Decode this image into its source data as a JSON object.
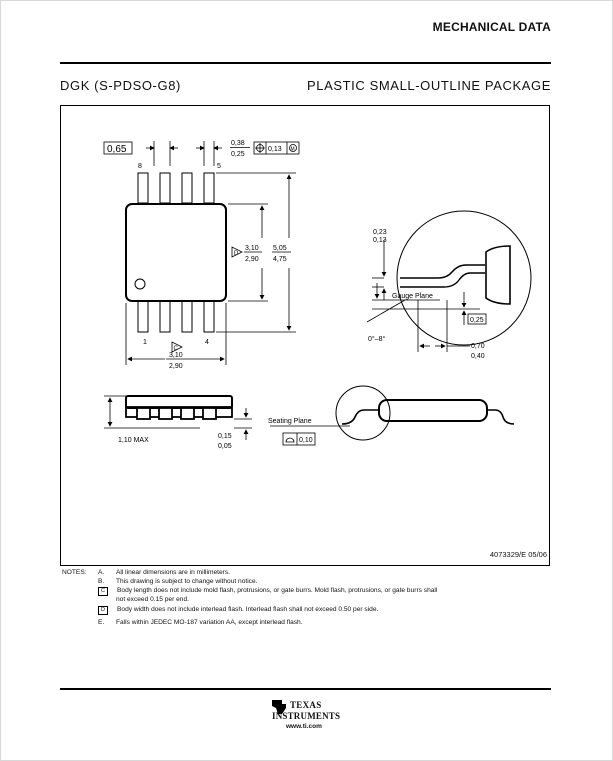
{
  "header": {
    "section_title": "MECHANICAL DATA",
    "package_code": "DGK (S-PDSO-G8)",
    "package_name": "PLASTIC SMALL-OUTLINE PACKAGE"
  },
  "drawing": {
    "top_view": {
      "pitch": "0,65",
      "pin_width_max": "0,38",
      "pin_width_min": "0,25",
      "position_tolerance": "0,13",
      "pin_label_8": "8",
      "pin_label_5": "5",
      "pin_label_1": "1",
      "pin_label_4": "4",
      "body_width_max": "3,10",
      "body_width_min": "2,90",
      "overall_width_max": "5,05",
      "overall_width_min": "4,75",
      "body_length_max": "3,10",
      "body_length_min": "2,90",
      "note_d": "D",
      "note_c": "C",
      "mmc_symbol": "M"
    },
    "detail_view": {
      "lead_thickness_max": "0,23",
      "lead_thickness_min": "0,13",
      "gauge_plane_label": "Gauge Plane",
      "gauge_value": "0,25",
      "angle_range": "0°–8°",
      "foot_length_max": "0,70",
      "foot_length_min": "0,40"
    },
    "side_view": {
      "max_height": "1,10 MAX",
      "standoff_max": "0,15",
      "standoff_min": "0,05",
      "seating_plane_label": "Seating Plane",
      "coplanarity": "0,10"
    },
    "drawing_number": "4073329/E 05/06"
  },
  "notes": {
    "title": "NOTES:",
    "items": [
      {
        "letter": "A.",
        "text": "All linear dimensions are in millimeters."
      },
      {
        "letter": "B.",
        "text": "This drawing is subject to change without notice."
      },
      {
        "letter": "C",
        "text": "Body length does not include mold flash, protrusions, or gate burrs.  Mold flash, protrusions, or gate burrs shall",
        "cont": "not exceed 0.15 per end."
      },
      {
        "letter": "D",
        "text": "Body width does not include interlead flash. Interlead flash shall not exceed 0.50 per side."
      },
      {
        "letter": "E.",
        "text": "Falls within JEDEC MO-187 variation AA, except interlead flash."
      }
    ]
  },
  "footer": {
    "logo_line1": "TEXAS",
    "logo_line2": "INSTRUMENTS",
    "url": "www.ti.com"
  }
}
